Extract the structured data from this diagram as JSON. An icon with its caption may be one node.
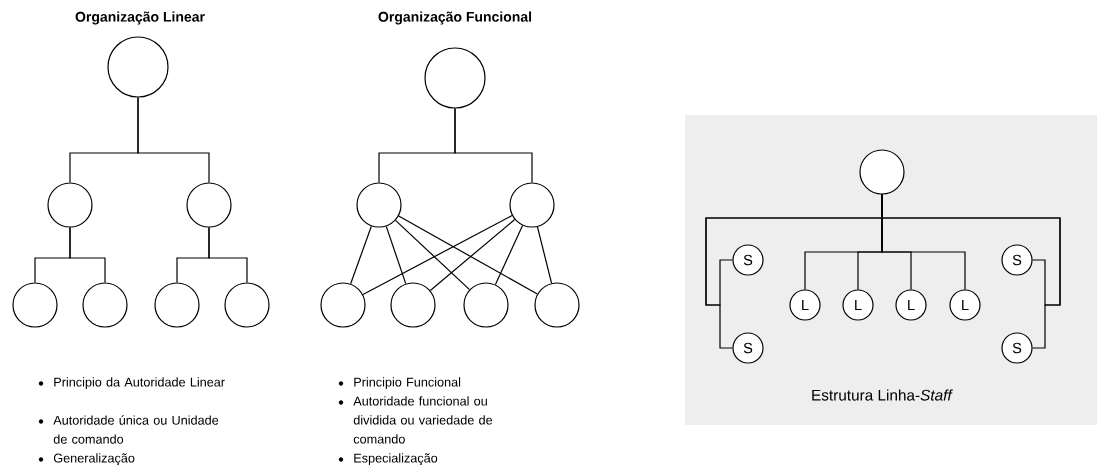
{
  "diagram": {
    "nodes": [
      {
        "text": [],
        "shape": "circle"
      },
      {
        "text": [],
        "shape": "circle"
      },
      {
        "text": [],
        "shape": "circle"
      },
      {
        "text": [],
        "shape": "circle"
      },
      {
        "text": [],
        "shape": "circle"
      },
      {
        "text": [],
        "shape": "circle"
      },
      {
        "text": [],
        "shape": "circle"
      },
      {
        "text": [],
        "shape": "circle"
      },
      {
        "text": [],
        "shape": "circle"
      },
      {
        "text": [],
        "shape": "circle"
      },
      {
        "text": [],
        "shape": "circle"
      },
      {
        "text": [],
        "shape": "circle"
      },
      {
        "text": [],
        "shape": "circle"
      },
      {
        "text": [],
        "shape": "circle"
      },
      {
        "text": [],
        "shape": "circle"
      },
      {
        "text": [
          "S"
        ]
      },
      {
        "text": [
          "S"
        ]
      },
      {
        "text": [
          "L"
        ]
      },
      {
        "text": [
          "L"
        ]
      },
      {
        "text": [
          "L"
        ]
      },
      {
        "text": [
          "L"
        ]
      },
      {
        "text": [
          "S"
        ]
      },
      {
        "text": [
          "S"
        ]
      }
    ],
    "edges": [
      {
        "from": 0,
        "to": 1,
        "arrow": "none"
      },
      {
        "from": 0,
        "to": 2,
        "arrow": "none"
      },
      {
        "from": 1,
        "to": 3,
        "arrow": "none"
      },
      {
        "from": 1,
        "to": 4,
        "arrow": "none"
      },
      {
        "from": 2,
        "to": 5,
        "arrow": "none"
      },
      {
        "from": 2,
        "to": 6,
        "arrow": "none"
      },
      {
        "from": 7,
        "to": 8,
        "arrow": "none"
      },
      {
        "from": 7,
        "to": 9,
        "arrow": "none"
      },
      {
        "from": 8,
        "to": 10,
        "arrow": "none"
      },
      {
        "from": 8,
        "to": 11,
        "arrow": "none"
      },
      {
        "from": 8,
        "to": 12,
        "arrow": "none"
      },
      {
        "from": 8,
        "to": 13,
        "arrow": "none"
      },
      {
        "from": 9,
        "to": 10,
        "arrow": "none"
      },
      {
        "from": 9,
        "to": 11,
        "arrow": "none"
      },
      {
        "from": 9,
        "to": 12,
        "arrow": "none"
      },
      {
        "from": 9,
        "to": 13,
        "arrow": "none"
      },
      {
        "from": 14,
        "to": 17,
        "arrow": "none"
      },
      {
        "from": 14,
        "to": 18,
        "arrow": "none"
      },
      {
        "from": 14,
        "to": 19,
        "arrow": "none"
      },
      {
        "from": 14,
        "to": 20,
        "arrow": "none"
      },
      {
        "from": 14,
        "to": 15,
        "arrow": "none"
      },
      {
        "from": 14,
        "to": 21,
        "arrow": "none"
      },
      {
        "from": 14,
        "to": 16,
        "arrow": "none"
      },
      {
        "from": 14,
        "to": 22,
        "arrow": "none"
      }
    ],
    "labels": [
      "Organização Linear",
      "Organização Funcional",
      "Principio da Autoridade Linear",
      "Autoridade única ou Unidade de comando",
      "Generalização",
      "Principio Funcional",
      "Autoridade funcional ou dividida ou variedade de comando",
      "Especialização",
      "Estrutura Linha-*Staff*"
    ]
  }
}
